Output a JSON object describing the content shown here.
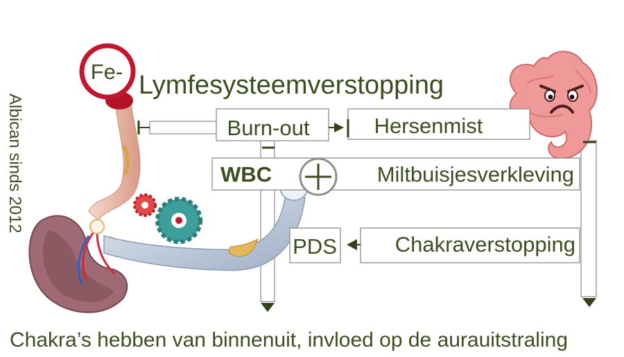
{
  "labels": {
    "iron": "Fe-",
    "title": "Lymfesysteemverstopping",
    "burnout": "Burn-out",
    "brainfog": "Hersenmist",
    "wbc": "WBC",
    "spleen_tube": "Miltbuisjesverkleving",
    "pds": "PDS",
    "chakra": "Chakraverstopping",
    "side_credit": "Albican sinds 2012",
    "footer": "Chakra’s hebben van binnenuit, invloed op de aurauitstraling"
  },
  "icons": {
    "iron": "red-circle-stamp-icon",
    "intestine": "angry-intestine-icon",
    "spleen": "spleen-icon",
    "gears": "gears-icon",
    "plus": "plus-circle-icon",
    "tube": "lymph-tube-icon"
  },
  "colors": {
    "text": "#3d4d21",
    "box_border": "#8a8a8a",
    "arrow": "#33421b",
    "stamp": "#c0162e",
    "intestine": "#ef9a98",
    "spleen": "#9f6a74"
  }
}
